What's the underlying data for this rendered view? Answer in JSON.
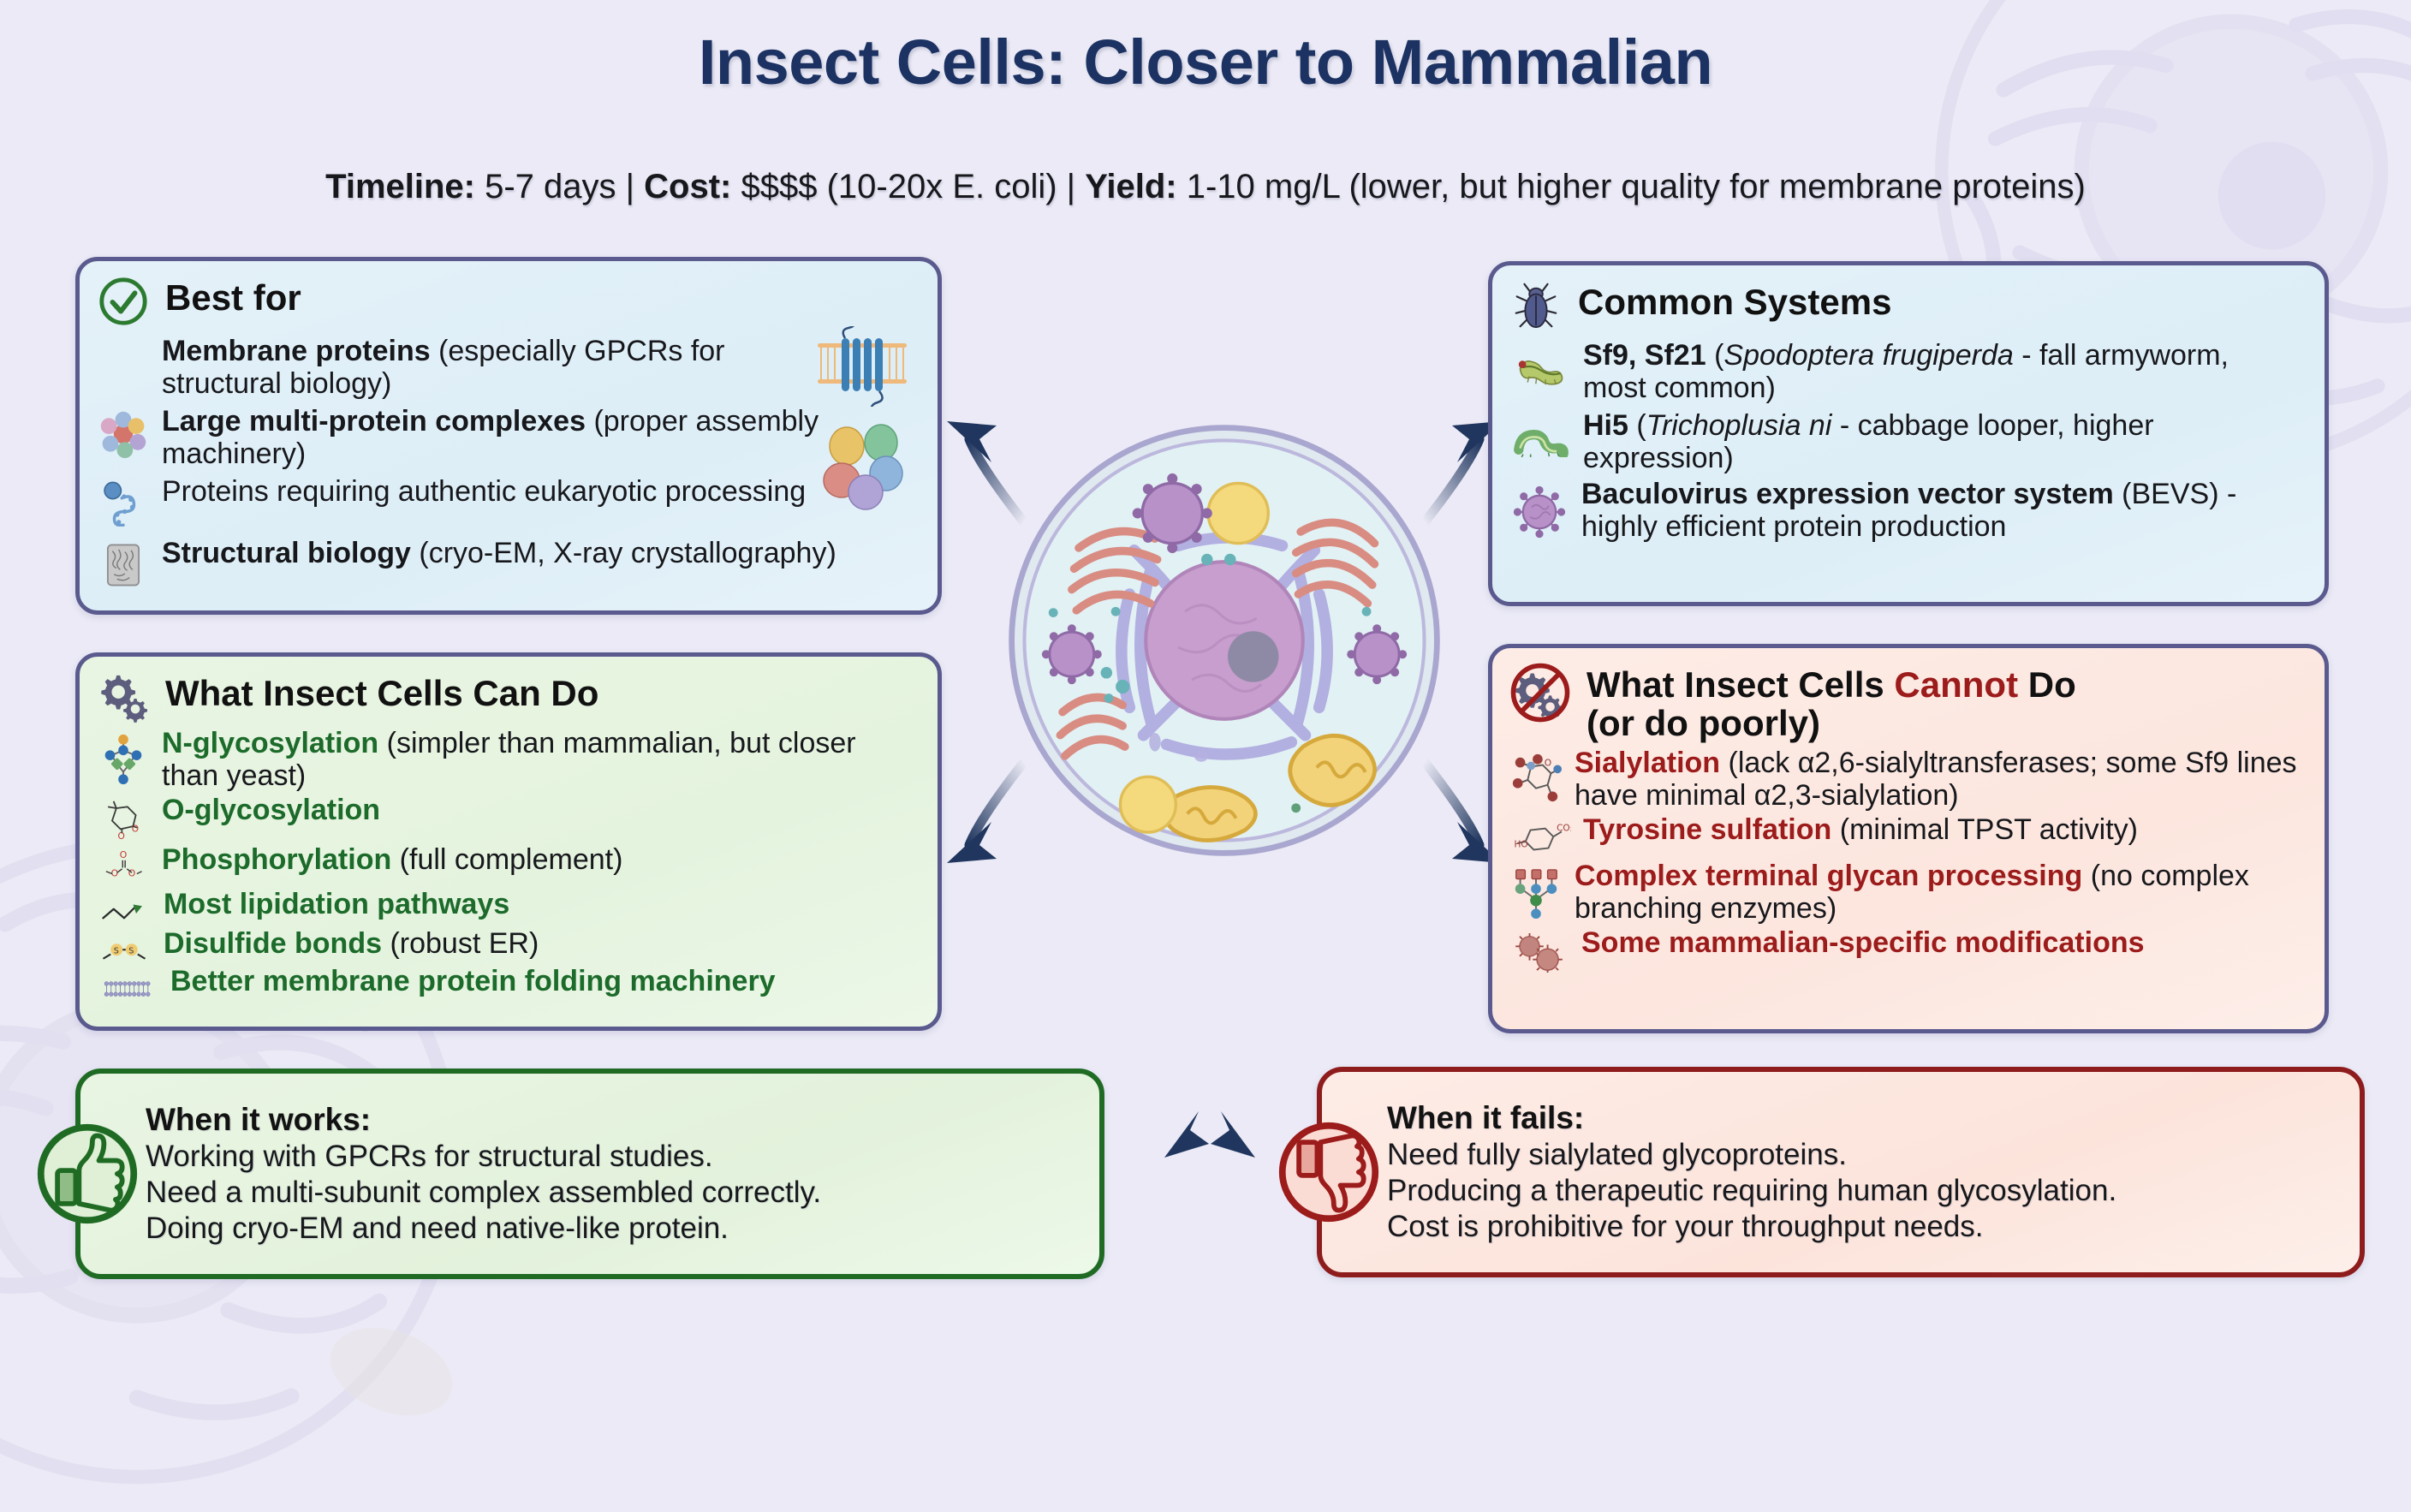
{
  "header": {
    "title": "Insect Cells: Closer to Mammalian",
    "subtitle_parts": [
      {
        "label": "Timeline:",
        "value": " 5-7 days | "
      },
      {
        "label": "Cost:",
        "value": " $$$$ (10-20x E. coli) | "
      },
      {
        "label": "Yield:",
        "value": " 1-10 mg/L (lower, but higher quality for membrane proteins)"
      }
    ],
    "timeline": "5-7 days",
    "cost": "$$$$ (10-20x E. coli)",
    "yield": "1-10 mg/L (lower, but higher quality for membrane proteins)"
  },
  "cards": {
    "best_for": {
      "title": "Best for",
      "icon": "check-circle-icon",
      "rows": [
        {
          "icon": "membrane-protein-icon",
          "bold": "Membrane proteins",
          "rest": " (especially GPCRs for structural biology)"
        },
        {
          "icon": "protein-complex-icon",
          "bold": "Large multi-protein complexes",
          "rest": " (proper assembly machinery)"
        },
        {
          "icon": "protein-folding-icon",
          "bold": "",
          "rest": "Proteins requiring authentic eukaryotic processing"
        },
        {
          "icon": "cryoem-grid-icon",
          "bold": "Structural biology",
          "rest": " (cryo-EM, X-ray crystallography)"
        }
      ]
    },
    "common_systems": {
      "title": "Common Systems",
      "icon": "beetle-icon",
      "rows": [
        {
          "icon": "armyworm-caterpillar-icon",
          "bold": "Sf9, Sf21",
          "ital": "Spodoptera frugiperda",
          "pre": " (",
          "rest": " - fall armyworm, most common)"
        },
        {
          "icon": "green-caterpillar-icon",
          "bold": "Hi5",
          "ital": "Trichoplusia ni",
          "pre": " (",
          "rest": " - cabbage looper, higher expression)"
        },
        {
          "icon": "baculovirus-icon",
          "bold": "Baculovirus expression vector system",
          "rest": " (BEVS) - highly efficient protein production"
        }
      ]
    },
    "can_do": {
      "title": "What Insect Cells Can Do",
      "icon": "gears-icon",
      "rows": [
        {
          "icon": "n-glycan-icon",
          "hl": "N-glycosylation",
          "rest": " (simpler than mammalian, but closer than yeast)"
        },
        {
          "icon": "o-glycan-sugar-icon",
          "hl": "O-glycosylation",
          "rest": ""
        },
        {
          "icon": "phosphate-group-icon",
          "hl": "Phosphorylation",
          "rest": " (full complement)"
        },
        {
          "icon": "lipid-chain-icon",
          "hl": "Most lipidation pathways",
          "rest": ""
        },
        {
          "icon": "disulfide-bond-icon",
          "hl": "Disulfide bonds",
          "rest": " (robust ER)"
        },
        {
          "icon": "lipid-bilayer-icon",
          "hl": "Better membrane protein folding machinery",
          "rest": ""
        }
      ]
    },
    "cannot_do": {
      "title_pre": "What Insect Cells ",
      "title_hl": "Cannot",
      "title_post": " Do",
      "title_line2": "(or do poorly)",
      "icon": "no-gears-icon",
      "rows": [
        {
          "icon": "sialic-acid-icon",
          "hl": "Sialylation",
          "rest": " (lack α2,6-sialyltransferases; some Sf9 lines have minimal α2,3-sialylation)"
        },
        {
          "icon": "tyrosine-icon",
          "hl": "Tyrosine sulfation",
          "rest": " (minimal TPST activity)"
        },
        {
          "icon": "branched-glycan-icon",
          "hl": "Complex terminal glycan processing",
          "rest": " (no complex branching enzymes)"
        },
        {
          "icon": "virus-particles-icon",
          "hl": "Some mammalian-specific modifications",
          "rest": ""
        }
      ]
    }
  },
  "verdicts": {
    "works": {
      "icon": "thumbs-up-icon",
      "title": "When it works:",
      "lines": [
        "Working with GPCRs for structural studies.",
        "Need a multi-subunit complex assembled correctly.",
        "Doing cryo-EM and need native-like protein."
      ]
    },
    "fails": {
      "icon": "thumbs-down-icon",
      "title": "When it fails:",
      "lines": [
        "Need fully sialylated glycoproteins.",
        "Producing a therapeutic requiring human glycosylation.",
        "Cost is prohibitive for your throughput needs."
      ]
    }
  },
  "center": {
    "icon": "eukaryotic-cell-illustration"
  },
  "colors": {
    "background": "#ebeaf6",
    "title": "#1c3262",
    "card_border": "#5a5a8e",
    "blue_card": "#e0eff8",
    "green_card": "#e7f4e1",
    "red_card": "#fceae3",
    "green_accent": "#1c6b2b",
    "red_accent": "#9c1b1b",
    "arrow": "#20365e"
  }
}
